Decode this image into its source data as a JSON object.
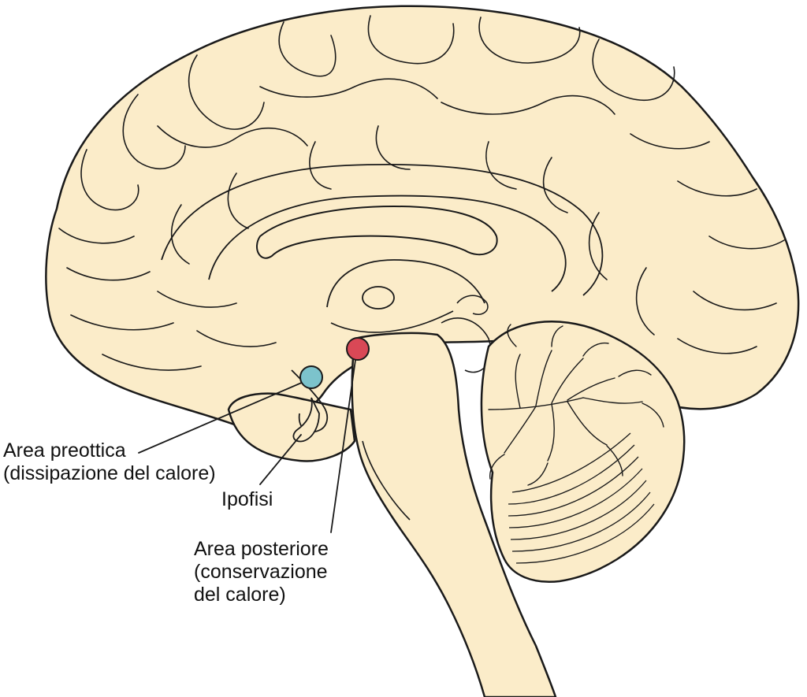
{
  "labels": {
    "preoptic": {
      "line1": "Area preottica",
      "line2": "(dissipazione del calore)"
    },
    "pituitary": {
      "line1": "Ipofisi"
    },
    "posterior": {
      "line1": "Area posteriore",
      "line2": "(conservazione",
      "line3": "del calore)"
    }
  },
  "colors": {
    "tissue": "#fbecc9",
    "outline": "#1a1a1a",
    "preoptic_marker": "#7cc3cc",
    "posterior_marker": "#d94856"
  }
}
